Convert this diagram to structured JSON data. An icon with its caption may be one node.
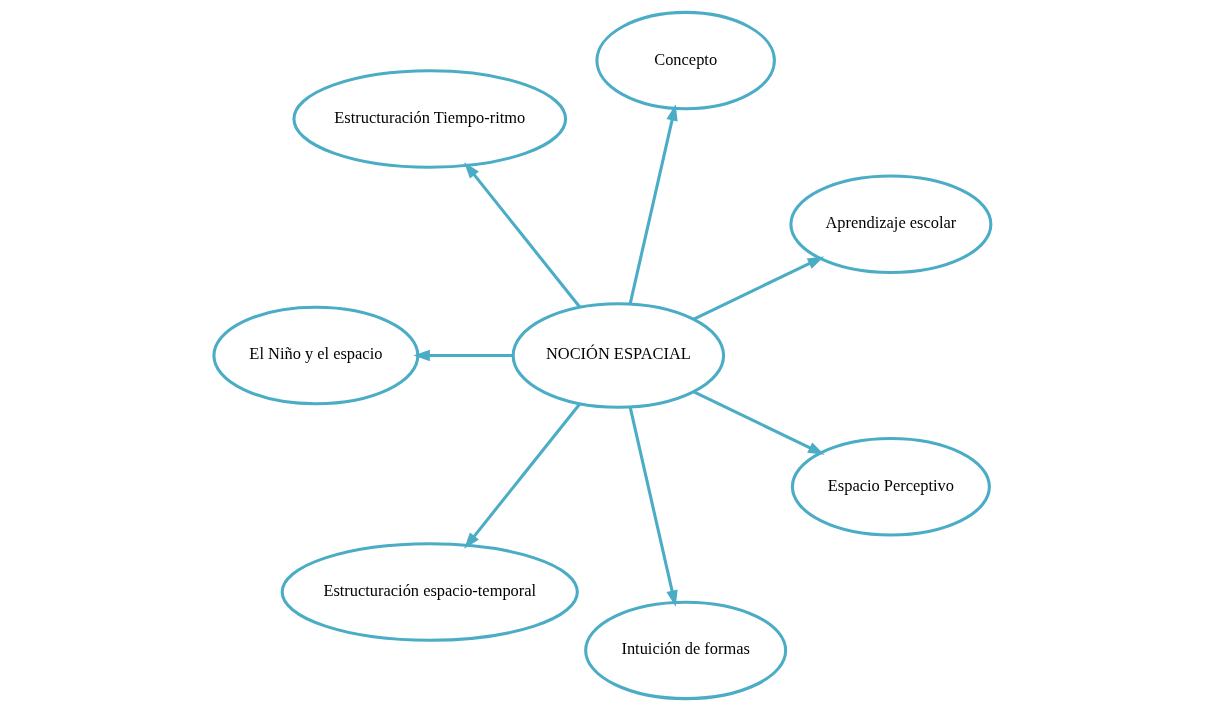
{
  "diagram": {
    "nodes": [
      {
        "text": [
          "NOCIÓN ESPACIAL"
        ]
      },
      {
        "text": [
          "Aprendizaje escolar"
        ]
      },
      {
        "text": [
          "Concepto"
        ]
      },
      {
        "text": [
          "Estructuración Tiempo-ritmo"
        ]
      },
      {
        "text": [
          "El Niño y el espacio"
        ]
      },
      {
        "text": [
          "Estructuración espacio-temporal"
        ]
      },
      {
        "text": [
          "Intuición de formas"
        ]
      },
      {
        "text": [
          "Espacio Perceptivo"
        ]
      }
    ],
    "edges": [
      {
        "from": 0,
        "to": 1,
        "arrow": "to"
      },
      {
        "from": 0,
        "to": 2,
        "arrow": "to"
      },
      {
        "from": 0,
        "to": 3,
        "arrow": "to"
      },
      {
        "from": 0,
        "to": 4,
        "arrow": "to"
      },
      {
        "from": 0,
        "to": 5,
        "arrow": "to"
      },
      {
        "from": 0,
        "to": 6,
        "arrow": "to"
      },
      {
        "from": 0,
        "to": 7,
        "arrow": "to"
      }
    ]
  }
}
